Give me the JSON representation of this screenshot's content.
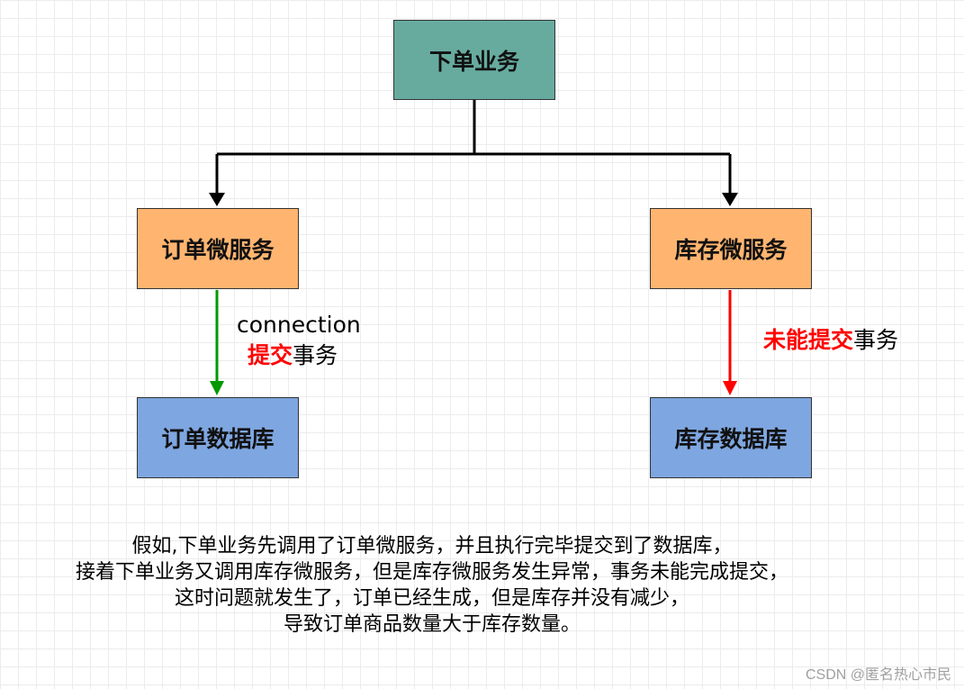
{
  "nodes": {
    "top": {
      "label": "下单业务",
      "color": "#67ab9f"
    },
    "order_service": {
      "label": "订单微服务",
      "color": "#ffb570"
    },
    "stock_service": {
      "label": "库存微服务",
      "color": "#ffb570"
    },
    "order_db": {
      "label": "订单数据库",
      "color": "#7ea6e0"
    },
    "stock_db": {
      "label": "库存数据库",
      "color": "#7ea6e0"
    }
  },
  "edges": {
    "left_commit": {
      "line1": "connection",
      "highlight": "提交",
      "suffix": "事务",
      "color": "#009900"
    },
    "right_fail": {
      "highlight": "未能提交",
      "suffix": "事务",
      "color": "#ff0000"
    }
  },
  "caption": [
    "假如,下单业务先调用了订单微服务，并且执行完毕提交到了数据库，",
    "接着下单业务又调用库存微服务，但是库存微服务发生异常，事务未能完成提交，",
    "这时问题就发生了，订单已经生成，但是库存并没有减少，",
    "导致订单商品数量大于库存数量。"
  ],
  "watermark": "CSDN @匿名热心市民"
}
